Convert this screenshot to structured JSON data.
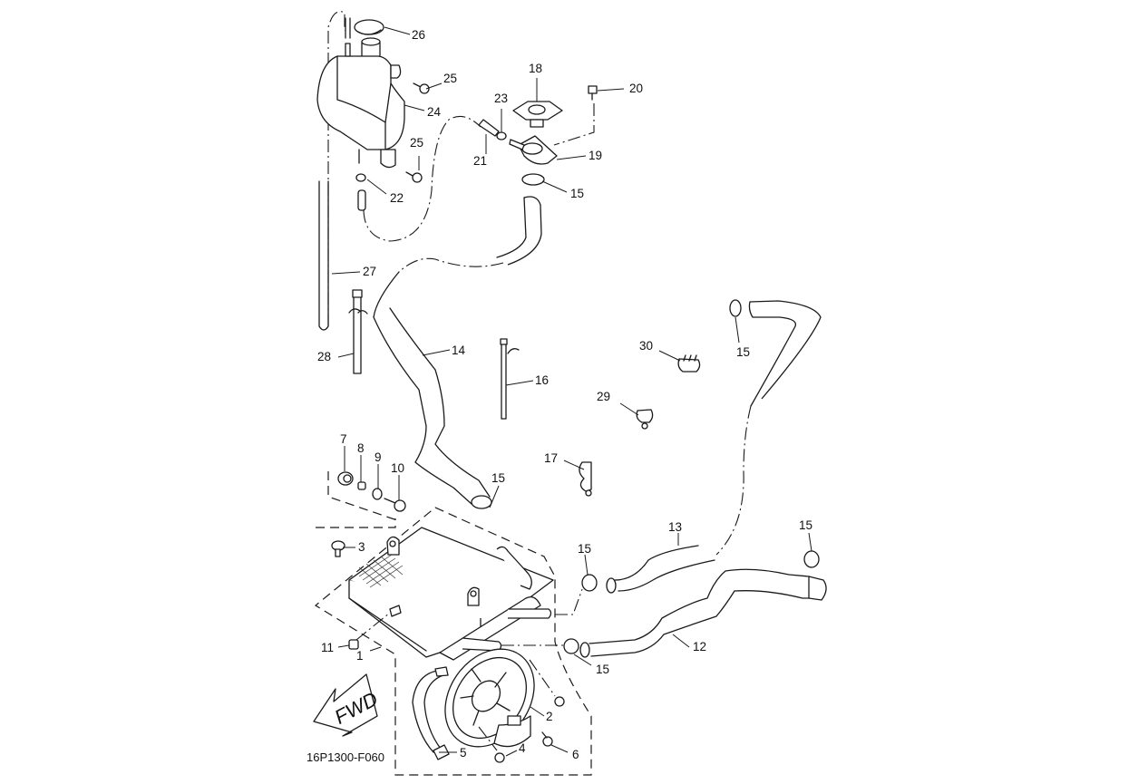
{
  "diagram": {
    "title": "Radiator / Cooling System Parts Diagram",
    "drawing_code": "16P1300-F060",
    "direction_arrow_label": "FWD",
    "callouts": {
      "p1": "1",
      "p2": "2",
      "p3": "3",
      "p4": "4",
      "p5": "5",
      "p6": "6",
      "p7": "7",
      "p8": "8",
      "p9": "9",
      "p10": "10",
      "p11": "11",
      "p12": "12",
      "p13": "13",
      "p14": "14",
      "p15a": "15",
      "p15b": "15",
      "p15c": "15",
      "p15d": "15",
      "p15e": "15",
      "p15f": "15",
      "p16": "16",
      "p17": "17",
      "p18": "18",
      "p19": "19",
      "p20": "20",
      "p21": "21",
      "p22": "22",
      "p23": "23",
      "p24": "24",
      "p25a": "25",
      "p25b": "25",
      "p26": "26",
      "p27": "27",
      "p28": "28",
      "p29": "29",
      "p30": "30"
    },
    "parts": [
      {
        "ref": "1",
        "name": "radiator"
      },
      {
        "ref": "2",
        "name": "fan motor"
      },
      {
        "ref": "3",
        "name": "bolt"
      },
      {
        "ref": "4",
        "name": "screw"
      },
      {
        "ref": "5",
        "name": "bracket"
      },
      {
        "ref": "6",
        "name": "screw"
      },
      {
        "ref": "7",
        "name": "grommet"
      },
      {
        "ref": "8",
        "name": "collar"
      },
      {
        "ref": "9",
        "name": "washer"
      },
      {
        "ref": "10",
        "name": "bolt"
      },
      {
        "ref": "11",
        "name": "fitting"
      },
      {
        "ref": "12",
        "name": "radiator hose"
      },
      {
        "ref": "13",
        "name": "radiator hose"
      },
      {
        "ref": "14",
        "name": "radiator hose"
      },
      {
        "ref": "15",
        "name": "hose clamp"
      },
      {
        "ref": "16",
        "name": "cable tie"
      },
      {
        "ref": "17",
        "name": "clamp"
      },
      {
        "ref": "18",
        "name": "radiator cap"
      },
      {
        "ref": "19",
        "name": "filler neck"
      },
      {
        "ref": "20",
        "name": "bolt"
      },
      {
        "ref": "21",
        "name": "hose"
      },
      {
        "ref": "22",
        "name": "clamp"
      },
      {
        "ref": "23",
        "name": "clamp"
      },
      {
        "ref": "24",
        "name": "reservoir tank"
      },
      {
        "ref": "25",
        "name": "bolt"
      },
      {
        "ref": "26",
        "name": "reservoir cap"
      },
      {
        "ref": "27",
        "name": "breather hose"
      },
      {
        "ref": "28",
        "name": "cable tie"
      },
      {
        "ref": "29",
        "name": "clamp"
      },
      {
        "ref": "30",
        "name": "clamp"
      }
    ]
  }
}
